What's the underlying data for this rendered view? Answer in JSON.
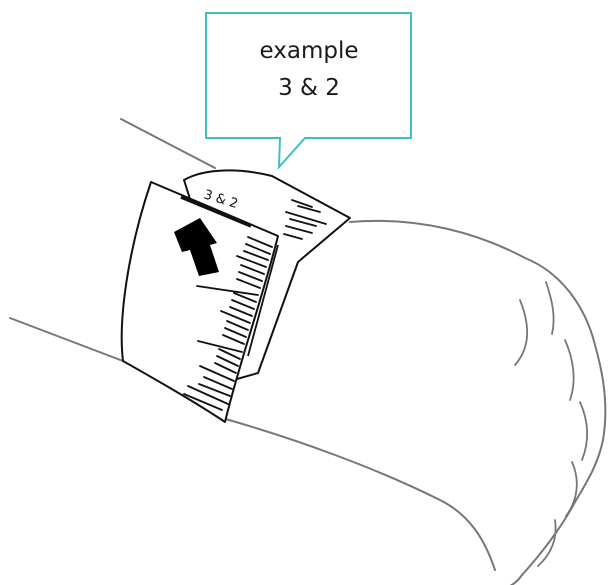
{
  "callout": {
    "line1": "example",
    "line2": "3 & 2",
    "border_color": "#3fbfc0"
  },
  "tape": {
    "reading_label": "3 & 2"
  },
  "colors": {
    "outline": "#111111",
    "arm_line": "#777777",
    "arrow": "#000000"
  }
}
